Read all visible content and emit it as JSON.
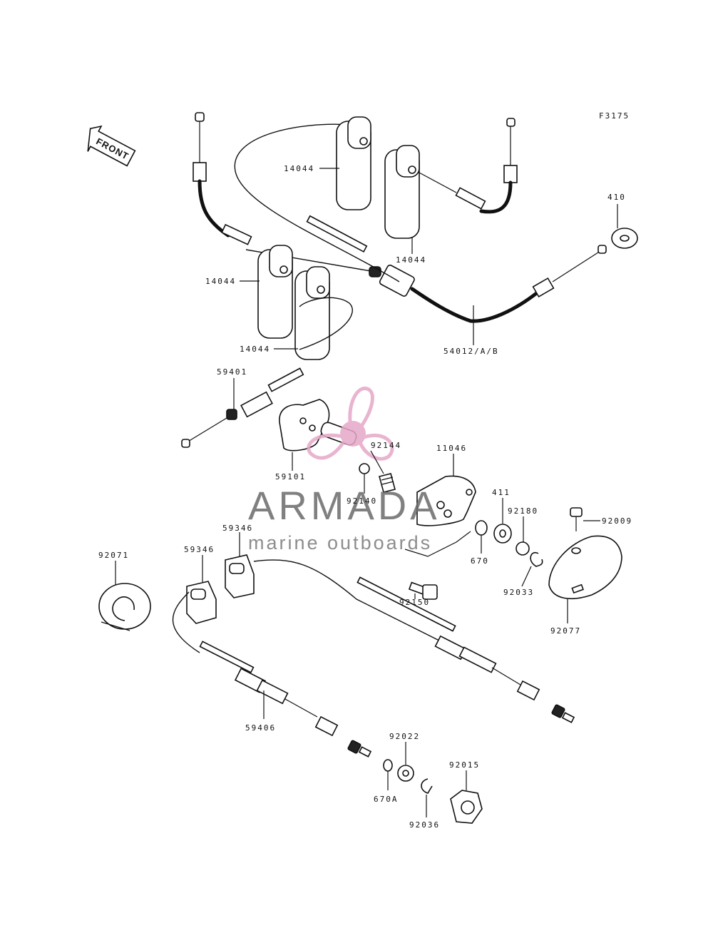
{
  "figure_code": "F3175",
  "front_label": "FRONT",
  "watermark": {
    "title": "ARMADA",
    "subtitle": "marine outboards",
    "accent_color": "#e6a8c8"
  },
  "parts": [
    {
      "id": "p14044a",
      "number": "14044"
    },
    {
      "id": "p14044b",
      "number": "14044"
    },
    {
      "id": "p14044c",
      "number": "14044"
    },
    {
      "id": "p14044d",
      "number": "14044"
    },
    {
      "id": "p410",
      "number": "410"
    },
    {
      "id": "p54012",
      "number": "54012/A/B"
    },
    {
      "id": "p59401",
      "number": "59401"
    },
    {
      "id": "p92144",
      "number": "92144"
    },
    {
      "id": "p11046",
      "number": "11046"
    },
    {
      "id": "p59101",
      "number": "59101"
    },
    {
      "id": "p92140",
      "number": "92140"
    },
    {
      "id": "p411",
      "number": "411"
    },
    {
      "id": "p92180",
      "number": "92180"
    },
    {
      "id": "p92009",
      "number": "92009"
    },
    {
      "id": "p59346a",
      "number": "59346"
    },
    {
      "id": "p59346b",
      "number": "59346"
    },
    {
      "id": "p92071",
      "number": "92071"
    },
    {
      "id": "p670",
      "number": "670"
    },
    {
      "id": "p92033",
      "number": "92033"
    },
    {
      "id": "p92150",
      "number": "92150"
    },
    {
      "id": "p92077",
      "number": "92077"
    },
    {
      "id": "p59406",
      "number": "59406"
    },
    {
      "id": "p92022",
      "number": "92022"
    },
    {
      "id": "p92015",
      "number": "92015"
    },
    {
      "id": "p670A",
      "number": "670A"
    },
    {
      "id": "p92036",
      "number": "92036"
    }
  ]
}
